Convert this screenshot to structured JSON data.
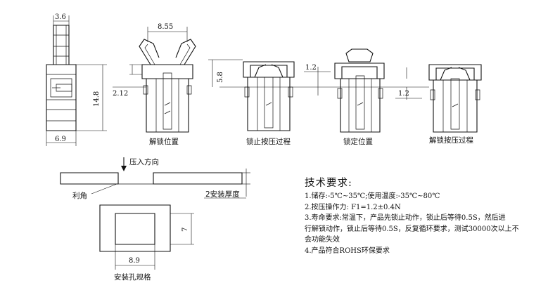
{
  "dimensions": {
    "width_3_6": "3.6",
    "width_8_55": "8.55",
    "height_14_8": "14.8",
    "width_6_9": "6.9",
    "offset_2_12": "2.12",
    "height_5_8": "5.8",
    "offset_1_2_a": "1.2",
    "offset_1_2_b": "1.2",
    "hole_width": "8.9",
    "hole_height": "7",
    "panel_thickness": "2安装厚度"
  },
  "captions": {
    "unlock_position": "解锁位置",
    "lock_press_process": "锁止按压过程",
    "lock_position": "锁定位置",
    "unlock_press_process": "解锁按压过程",
    "press_direction": "压入方向",
    "sharp_corner": "利角",
    "hole_spec": "安装孔规格"
  },
  "requirements": {
    "title": "技术要求:",
    "items": [
      "1.储存:-5℃~35℃;使用温度:-35℃~80℃",
      "2.按压操作力: F1=1.2±0.4N",
      "3.寿命要求:常温下，产品先锁止动作，锁止后等待0.5S，然后进",
      "行解锁动作，锁止后等待0.5S，反复循环要求，测试30000次以上不",
      "会功能失效",
      "4.产品符合ROHS环保要求"
    ]
  }
}
